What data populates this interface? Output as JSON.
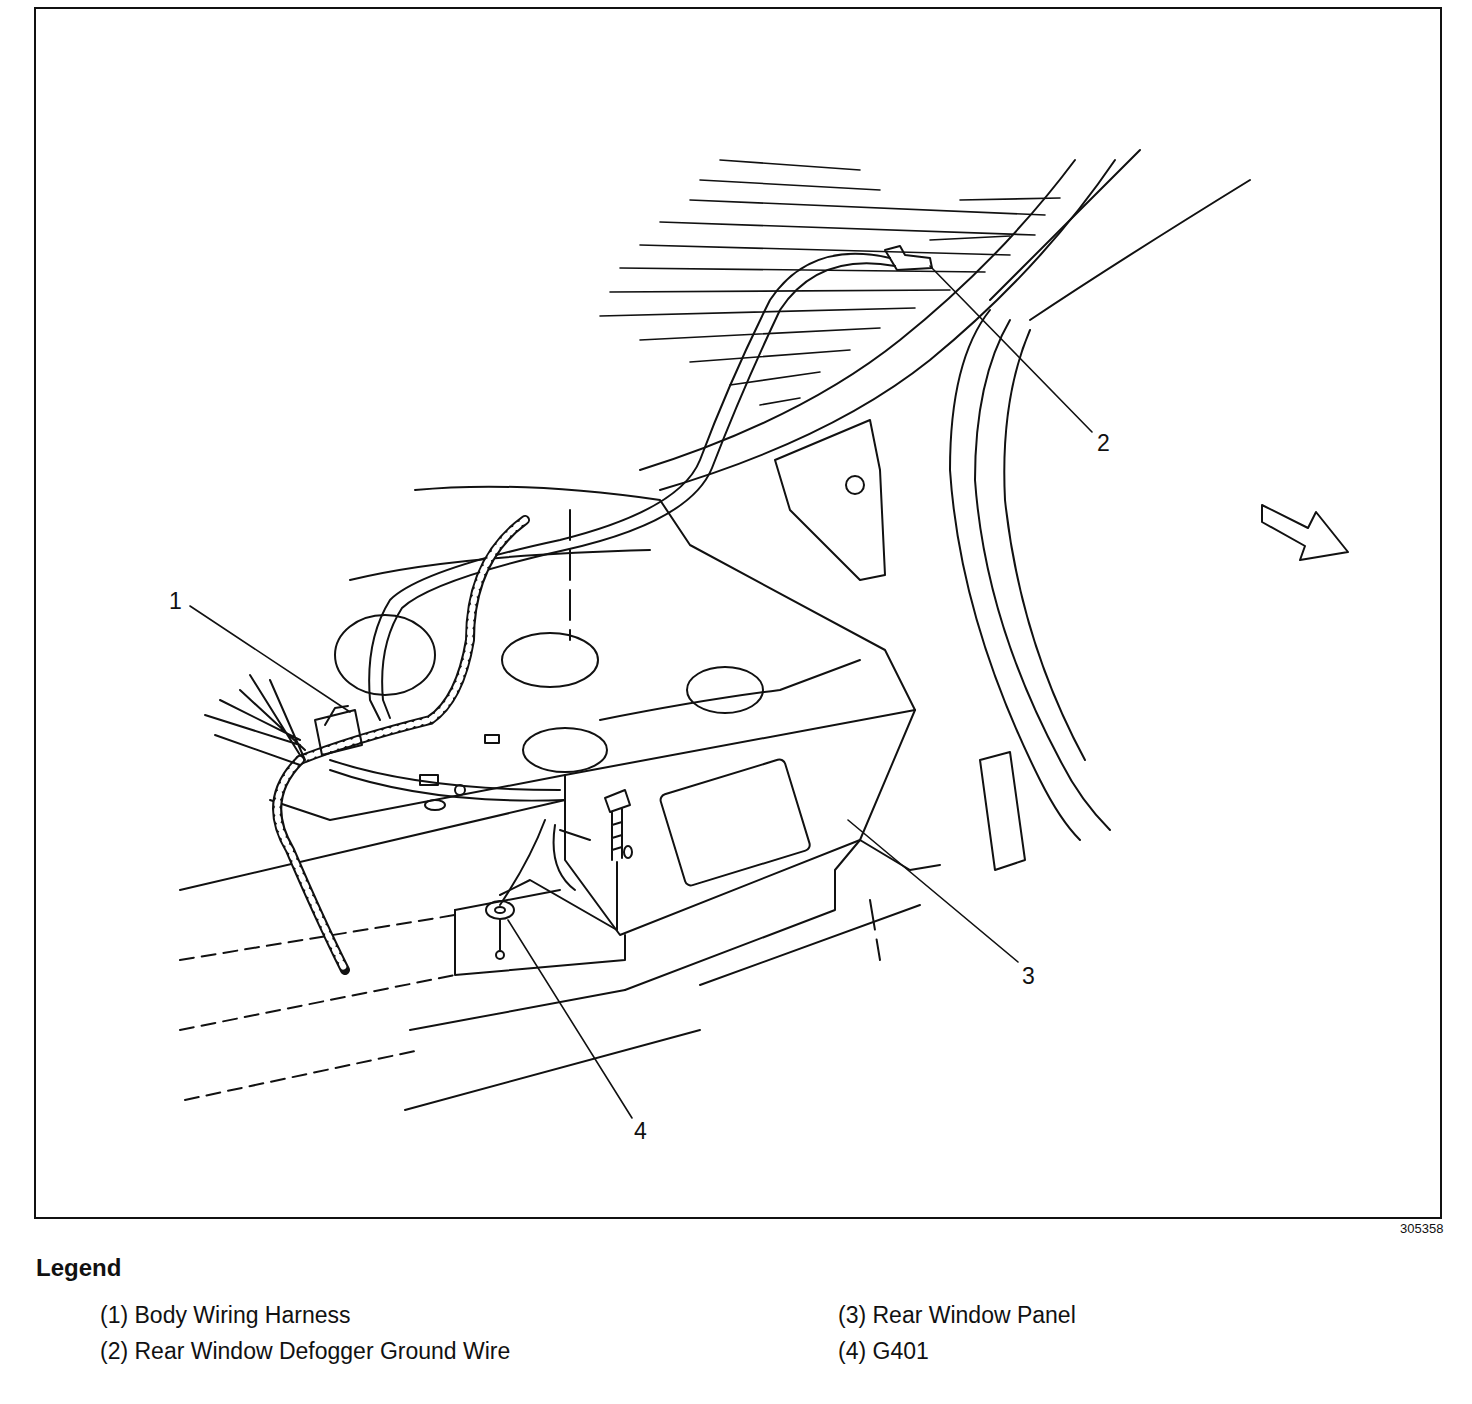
{
  "diagram": {
    "labels": [
      "1",
      "2",
      "3",
      "4",
      "305358",
      "Legend"
    ],
    "legend": [
      {
        "text": "(1) Body Wiring Harness"
      },
      {
        "text": "(2) Rear Window Defogger Ground Wire"
      },
      {
        "text": "(3) Rear Window Panel"
      },
      {
        "text": "(4) G401"
      }
    ]
  }
}
